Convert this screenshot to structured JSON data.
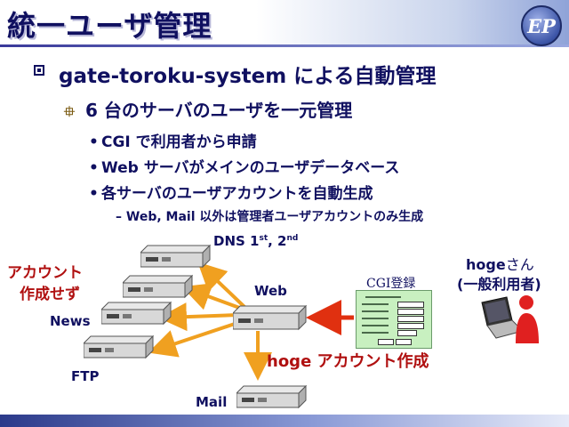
{
  "slide": {
    "title": "統一ユーザ管理",
    "logo_text": "EP",
    "bullet1": "gate-toroku-system による自動管理",
    "bullet2": "6 台のサーバのユーザを一元管理",
    "bullet3": [
      "CGI で利用者から申請",
      "Web サーバがメインのユーザデータベース",
      "各サーバのユーザアカウントを自動生成"
    ],
    "bullet4": "Web, Mail 以外は管理者ユーザアカウントのみ生成",
    "bullet3_marker": "•",
    "bullet4_marker": "–"
  },
  "diagram": {
    "dns_label": "DNS 1",
    "dns_sup1": "st",
    "dns_mid": ", 2",
    "dns_sup2": "nd",
    "web_label": "Web",
    "news_label": "News",
    "ftp_label": "FTP",
    "mail_label": "Mail",
    "no_account_line1": "アカウント",
    "no_account_line2": "作成せず",
    "cgi_label": "CGI登録",
    "user_name": "hoge",
    "user_suffix": "さん",
    "user_role": "(一般利用者)",
    "create_account": "hoge アカウント作成",
    "colors": {
      "arrow_orange": "#f0a020",
      "arrow_red": "#e03010",
      "accent_red": "#b01010",
      "navy": "#101060"
    }
  }
}
